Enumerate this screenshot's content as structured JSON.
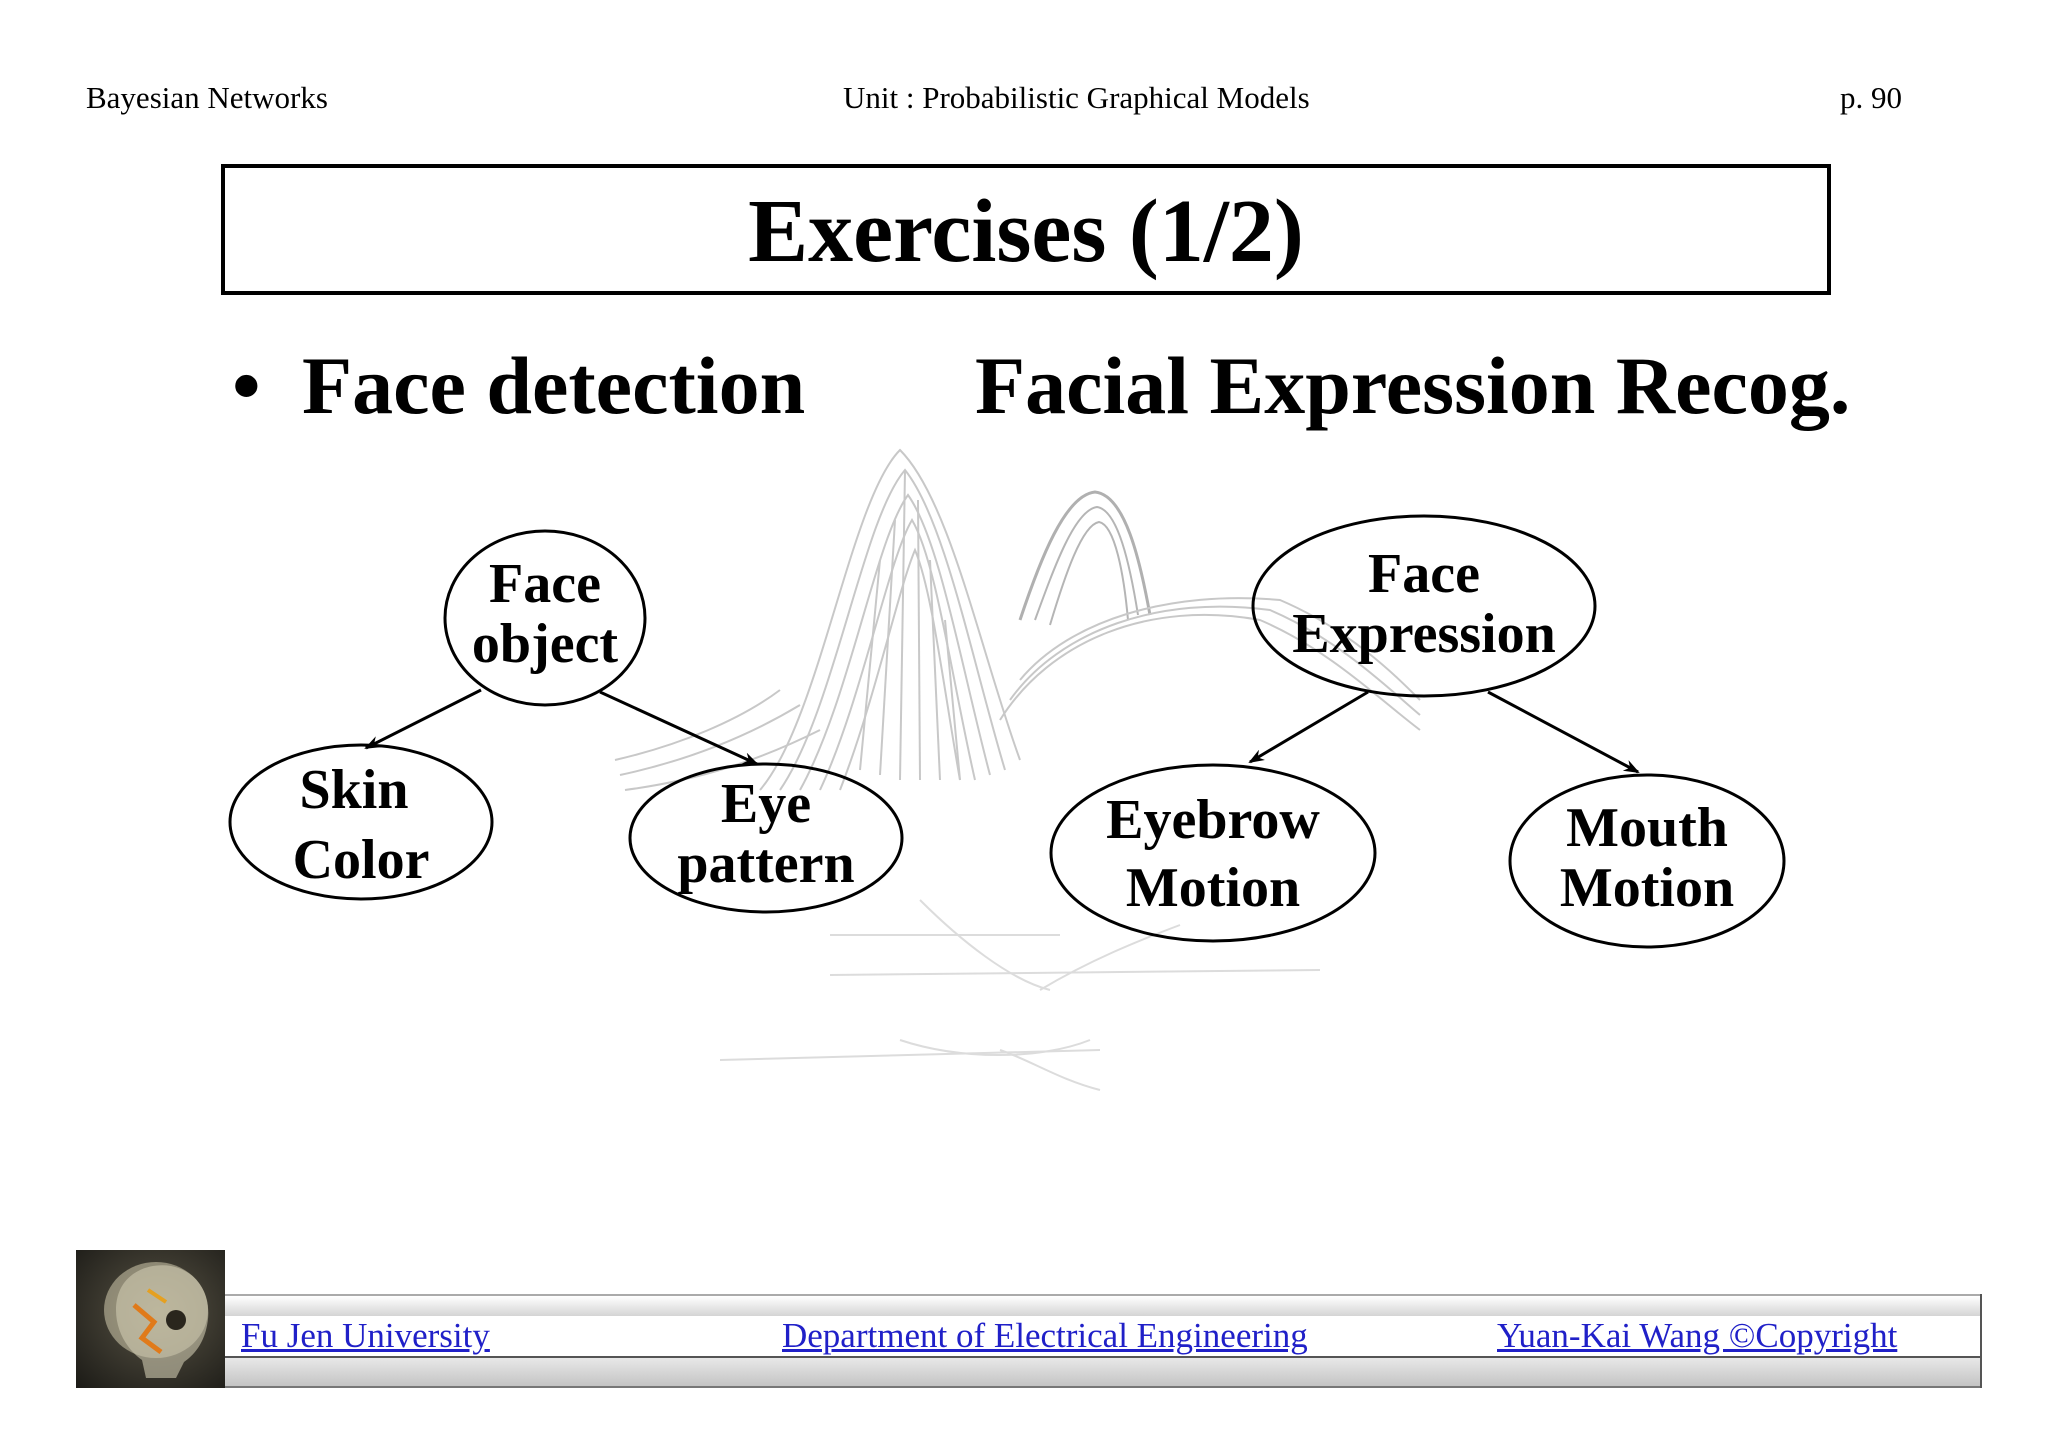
{
  "header": {
    "left": "Bayesian Networks",
    "center": "Unit : Probabilistic Graphical Models",
    "page": "p.  90"
  },
  "title": "Exercises (1/2)",
  "bullet": {
    "marker": "•",
    "left_text": "Face detection",
    "right_text": "Facial Expression Recog."
  },
  "left_network": {
    "parent": [
      "Face",
      "object"
    ],
    "children": [
      [
        "Skin",
        "Color"
      ],
      [
        "Eye",
        "pattern"
      ]
    ]
  },
  "right_network": {
    "parent": [
      "Face",
      "Expression"
    ],
    "children": [
      [
        "Eyebrow",
        "Motion"
      ],
      [
        "Mouth",
        "Motion"
      ]
    ]
  },
  "footer": {
    "left": "Fu Jen University",
    "center": "Department of Electrical Engineering",
    "right": "Yuan-Kai Wang ©Copyright"
  },
  "colors": {
    "link": "#2020c8",
    "background_graphic": "#c8c8c8"
  }
}
